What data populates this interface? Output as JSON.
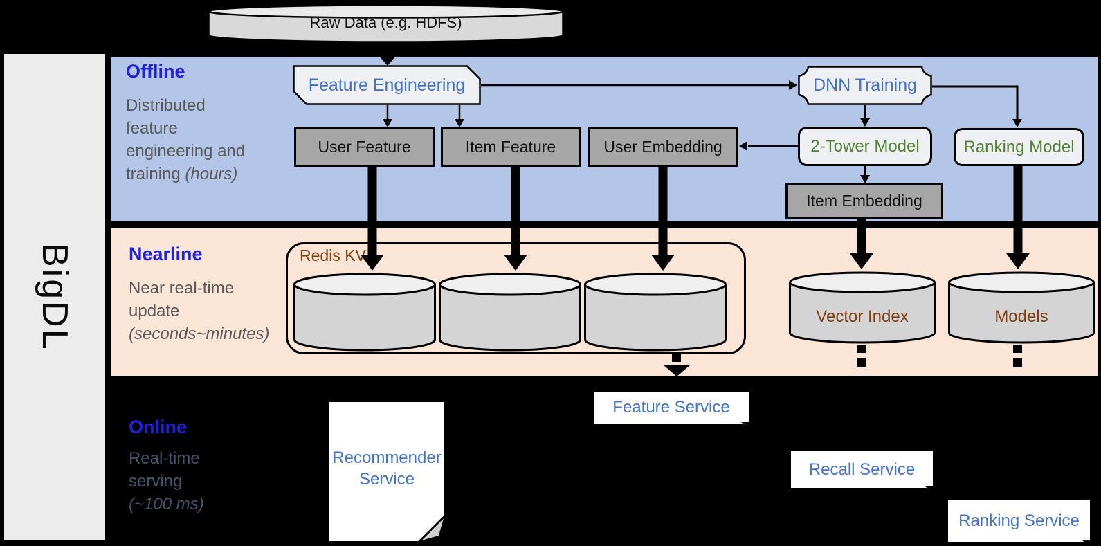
{
  "brand": "BigDL",
  "raw_data_label": "Raw Data (e.g. HDFS)",
  "sections": {
    "offline": {
      "title": "Offline",
      "desc": "Distributed\nfeature\nengineering and\ntraining ",
      "desc_italic": "(hours)"
    },
    "nearline": {
      "title": "Nearline",
      "desc": "Near real-time\nupdate\n",
      "desc_italic": "(seconds~minutes)"
    },
    "online": {
      "title": "Online",
      "desc": "Real-time\nserving\n",
      "desc_italic": "(~100 ms)"
    }
  },
  "offline_nodes": {
    "feature_engineering": "Feature Engineering",
    "dnn_training": "DNN Training",
    "user_feature": "User Feature",
    "item_feature": "Item Feature",
    "user_embedding": "User Embedding",
    "two_tower_model": "2-Tower Model",
    "ranking_model": "Ranking Model",
    "item_embedding": "Item Embedding"
  },
  "nearline_nodes": {
    "redis_kv": "Redis KV",
    "vector_index": "Vector Index",
    "models": "Models"
  },
  "online_nodes": {
    "recommender_service": "Recommender\nService",
    "feature_service": "Feature Service",
    "recall_service": "Recall Service",
    "ranking_service": "Ranking Service"
  },
  "colors": {
    "background": "#000000",
    "offline_band": "#b3c6e7",
    "nearline_band": "#fbe5d6",
    "sidebar": "#ececec",
    "node_gray": "#a6a6a6",
    "node_light": "#eef0f3",
    "section_title_blue": "#2121d6",
    "node_text_blue": "#4472c4",
    "model_text_green": "#548235",
    "storage_text_brown": "#843c0c",
    "subtitle_gray": "#595959",
    "online_subtitle_gray": "#44546a"
  }
}
